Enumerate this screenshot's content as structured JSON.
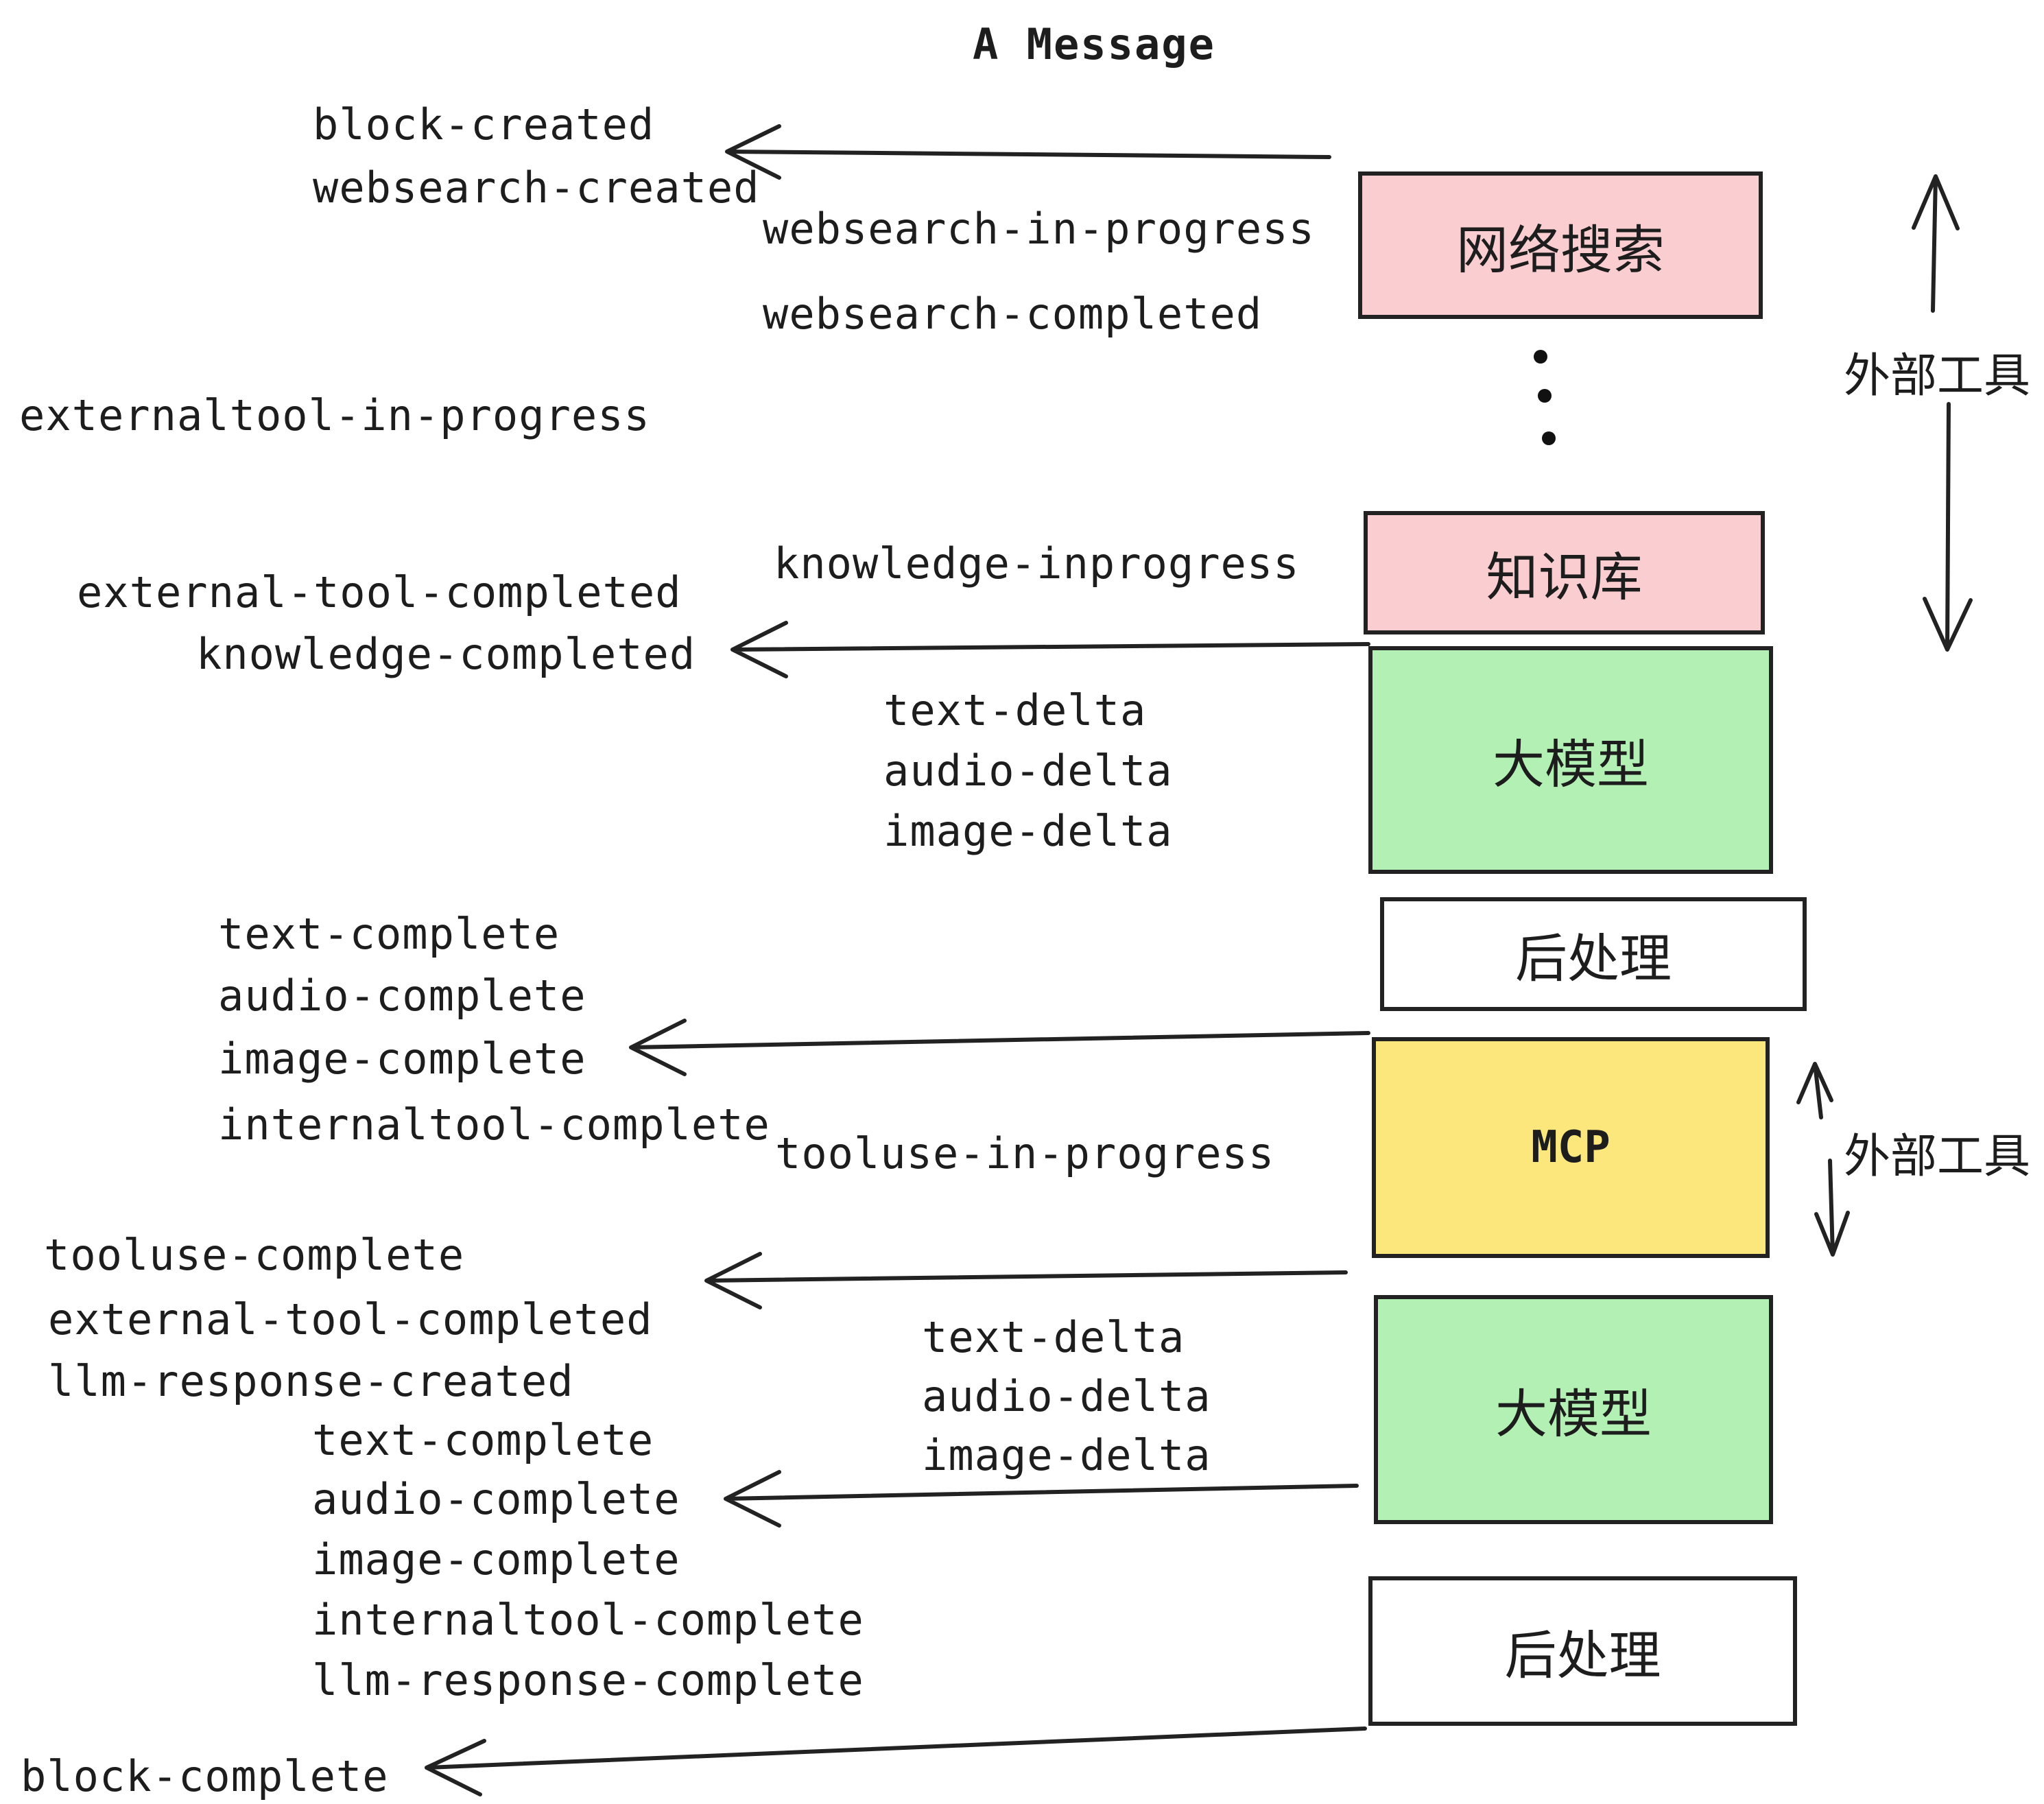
{
  "title": "A Message",
  "colors": {
    "pink_box": "#facdd0",
    "green_box": "#b2f0b4",
    "yellow_box": "#fce77c",
    "white_box": "#ffffff",
    "ink": "#1d1d1d"
  },
  "boxes": {
    "websearch": {
      "label": "网络搜索"
    },
    "knowledge": {
      "label": "知识库"
    },
    "llm1": {
      "label": "大模型"
    },
    "post1": {
      "label": "后处理"
    },
    "mcp": {
      "label": "MCP"
    },
    "llm2": {
      "label": "大模型"
    },
    "post2": {
      "label": "后处理"
    }
  },
  "side_labels": {
    "external_tools_top": "外部工具",
    "external_tools_mid": "外部工具"
  },
  "events": {
    "block_created": "block-created",
    "websearch_created": "websearch-created",
    "websearch_in_progress": "websearch-in-progress",
    "websearch_completed": "websearch-completed",
    "externaltool_in_progress": "externaltool-in-progress",
    "knowledge_inprogress": "knowledge-inprogress",
    "external_tool_completed_1": "external-tool-completed",
    "knowledge_completed": "knowledge-completed",
    "text_delta_1": "text-delta",
    "audio_delta_1": "audio-delta",
    "image_delta_1": "image-delta",
    "text_complete_1": "text-complete",
    "audio_complete_1": "audio-complete",
    "image_complete_1": "image-complete",
    "internaltool_complete_1": "internaltool-complete",
    "tooluse_in_progress": "tooluse-in-progress",
    "tooluse_complete": "tooluse-complete",
    "external_tool_completed_2": "external-tool-completed",
    "llm_response_created": "llm-response-created",
    "text_complete_2": "text-complete",
    "text_delta_2": "text-delta",
    "audio_delta_2": "audio-delta",
    "image_delta_2": "image-delta",
    "audio_complete_2": "audio-complete",
    "image_complete_2": "image-complete",
    "internaltool_complete_2": "internaltool-complete",
    "llm_response_complete": "llm-response-complete",
    "block_complete": "block-complete"
  }
}
